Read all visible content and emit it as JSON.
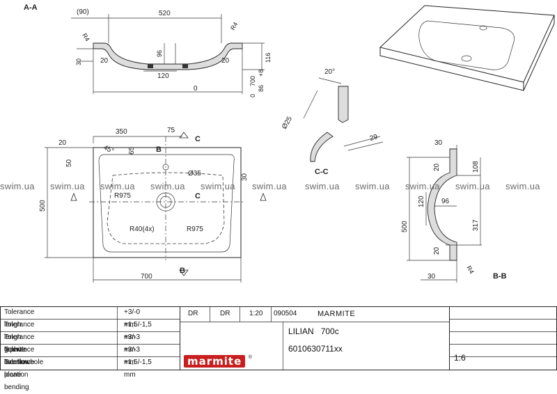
{
  "watermark": "swim.ua",
  "section_aa": {
    "title": "A-A",
    "dims": [
      "(90)",
      "520",
      "R4",
      "R4",
      "30",
      "20",
      "20",
      "96",
      "120",
      "116",
      "700",
      "+8",
      "0",
      "86",
      "0"
    ]
  },
  "plan": {
    "dims": {
      "d20": "20",
      "d350": "350",
      "d75": "75",
      "angle45": "45°",
      "d65": "65",
      "d50": "50",
      "d500": "500",
      "dia35": "Ø35",
      "r975a": "R975",
      "r40": "R40(4x)",
      "r975b": "R975",
      "d30": "30",
      "d700": "700"
    },
    "markers": {
      "b_top": "B",
      "c_top": "C",
      "c_mid": "C",
      "b_bot": "B"
    }
  },
  "section_cc": {
    "title": "C-C",
    "dims": {
      "angle": "20°",
      "dia": "Ø25",
      "d29": "29"
    }
  },
  "section_bb": {
    "title": "B-B",
    "dims": {
      "d30a": "30",
      "d20a": "20",
      "d108": "108",
      "d120": "120",
      "d96": "96",
      "d500": "500",
      "d317": "317",
      "d20b": "20",
      "r4": "R4",
      "d30b": "30"
    }
  },
  "title_block": {
    "rows": [
      {
        "label": "Tolerance lengh",
        "value": "+3/-0 mm"
      },
      {
        "label": "Tolerance lengh granite",
        "value": "+1,5/-1,5 mm"
      },
      {
        "label": "Tolerance taphole location",
        "value": "+3/-3 mm"
      },
      {
        "label": "Tolerance overflowhole location",
        "value": "+3/-3 mm"
      },
      {
        "label": "Tolerance plane bending",
        "value": "+1,5/-1,5 mm"
      }
    ],
    "drawn_by": "DR",
    "checked_by": "DR",
    "scale_small": "1:20",
    "number": "090504",
    "company": "MARMITE",
    "product": "LILIAN   700c",
    "code": "6010630711xx",
    "scale": "1:6",
    "logo": "marmite"
  }
}
